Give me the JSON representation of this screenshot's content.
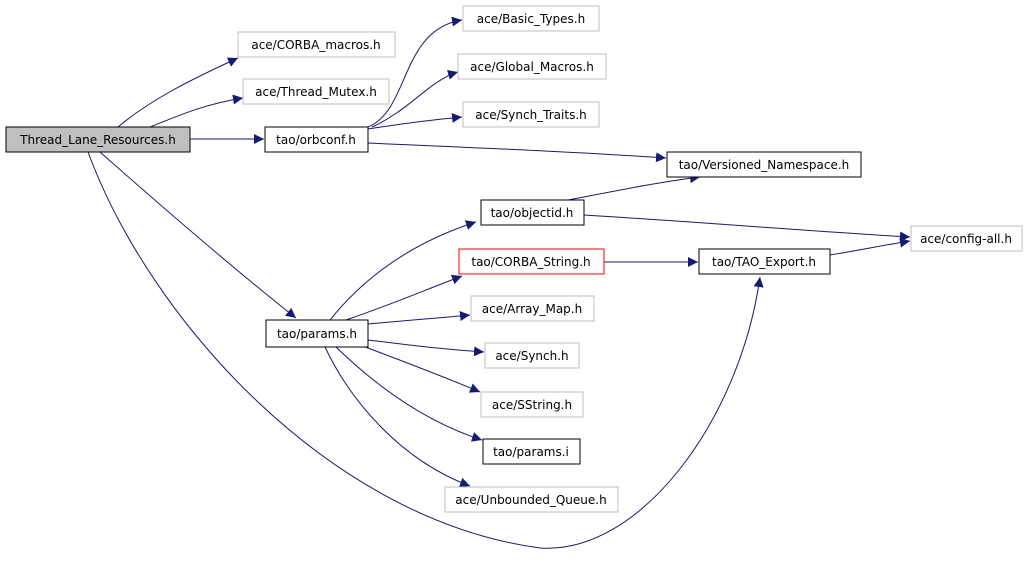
{
  "colors": {
    "edge": "#191970",
    "root_fill": "#bfbfbf",
    "default_border": "#000000",
    "external_border": "#bfbfbf",
    "highlight_border": "#ff0000",
    "background": "#ffffff"
  },
  "nodes": {
    "thread_lane_resources": {
      "label": "Thread_Lane_Resources.h",
      "style": "root"
    },
    "corba_macros": {
      "label": "ace/CORBA_macros.h",
      "style": "external"
    },
    "thread_mutex": {
      "label": "ace/Thread_Mutex.h",
      "style": "external"
    },
    "orbconf": {
      "label": "tao/orbconf.h",
      "style": "default"
    },
    "basic_types": {
      "label": "ace/Basic_Types.h",
      "style": "external"
    },
    "global_macros": {
      "label": "ace/Global_Macros.h",
      "style": "external"
    },
    "synch_traits": {
      "label": "ace/Synch_Traits.h",
      "style": "external"
    },
    "versioned_namespace": {
      "label": "tao/Versioned_Namespace.h",
      "style": "default"
    },
    "objectid": {
      "label": "tao/objectid.h",
      "style": "default"
    },
    "config_all": {
      "label": "ace/config-all.h",
      "style": "external"
    },
    "corba_string": {
      "label": "tao/CORBA_String.h",
      "style": "highlight"
    },
    "tao_export": {
      "label": "tao/TAO_Export.h",
      "style": "default"
    },
    "params": {
      "label": "tao/params.h",
      "style": "default"
    },
    "array_map": {
      "label": "ace/Array_Map.h",
      "style": "external"
    },
    "synch": {
      "label": "ace/Synch.h",
      "style": "external"
    },
    "sstring": {
      "label": "ace/SString.h",
      "style": "external"
    },
    "params_i": {
      "label": "tao/params.i",
      "style": "default"
    },
    "unbounded_queue": {
      "label": "ace/Unbounded_Queue.h",
      "style": "external"
    }
  },
  "edges": [
    [
      "thread_lane_resources",
      "corba_macros"
    ],
    [
      "thread_lane_resources",
      "thread_mutex"
    ],
    [
      "thread_lane_resources",
      "orbconf"
    ],
    [
      "thread_lane_resources",
      "params"
    ],
    [
      "thread_lane_resources",
      "tao_export"
    ],
    [
      "orbconf",
      "basic_types"
    ],
    [
      "orbconf",
      "global_macros"
    ],
    [
      "orbconf",
      "synch_traits"
    ],
    [
      "orbconf",
      "versioned_namespace"
    ],
    [
      "objectid",
      "versioned_namespace"
    ],
    [
      "objectid",
      "config_all"
    ],
    [
      "tao_export",
      "config_all"
    ],
    [
      "corba_string",
      "tao_export"
    ],
    [
      "params",
      "objectid"
    ],
    [
      "params",
      "corba_string"
    ],
    [
      "params",
      "array_map"
    ],
    [
      "params",
      "synch"
    ],
    [
      "params",
      "sstring"
    ],
    [
      "params",
      "params_i"
    ],
    [
      "params",
      "unbounded_queue"
    ]
  ]
}
